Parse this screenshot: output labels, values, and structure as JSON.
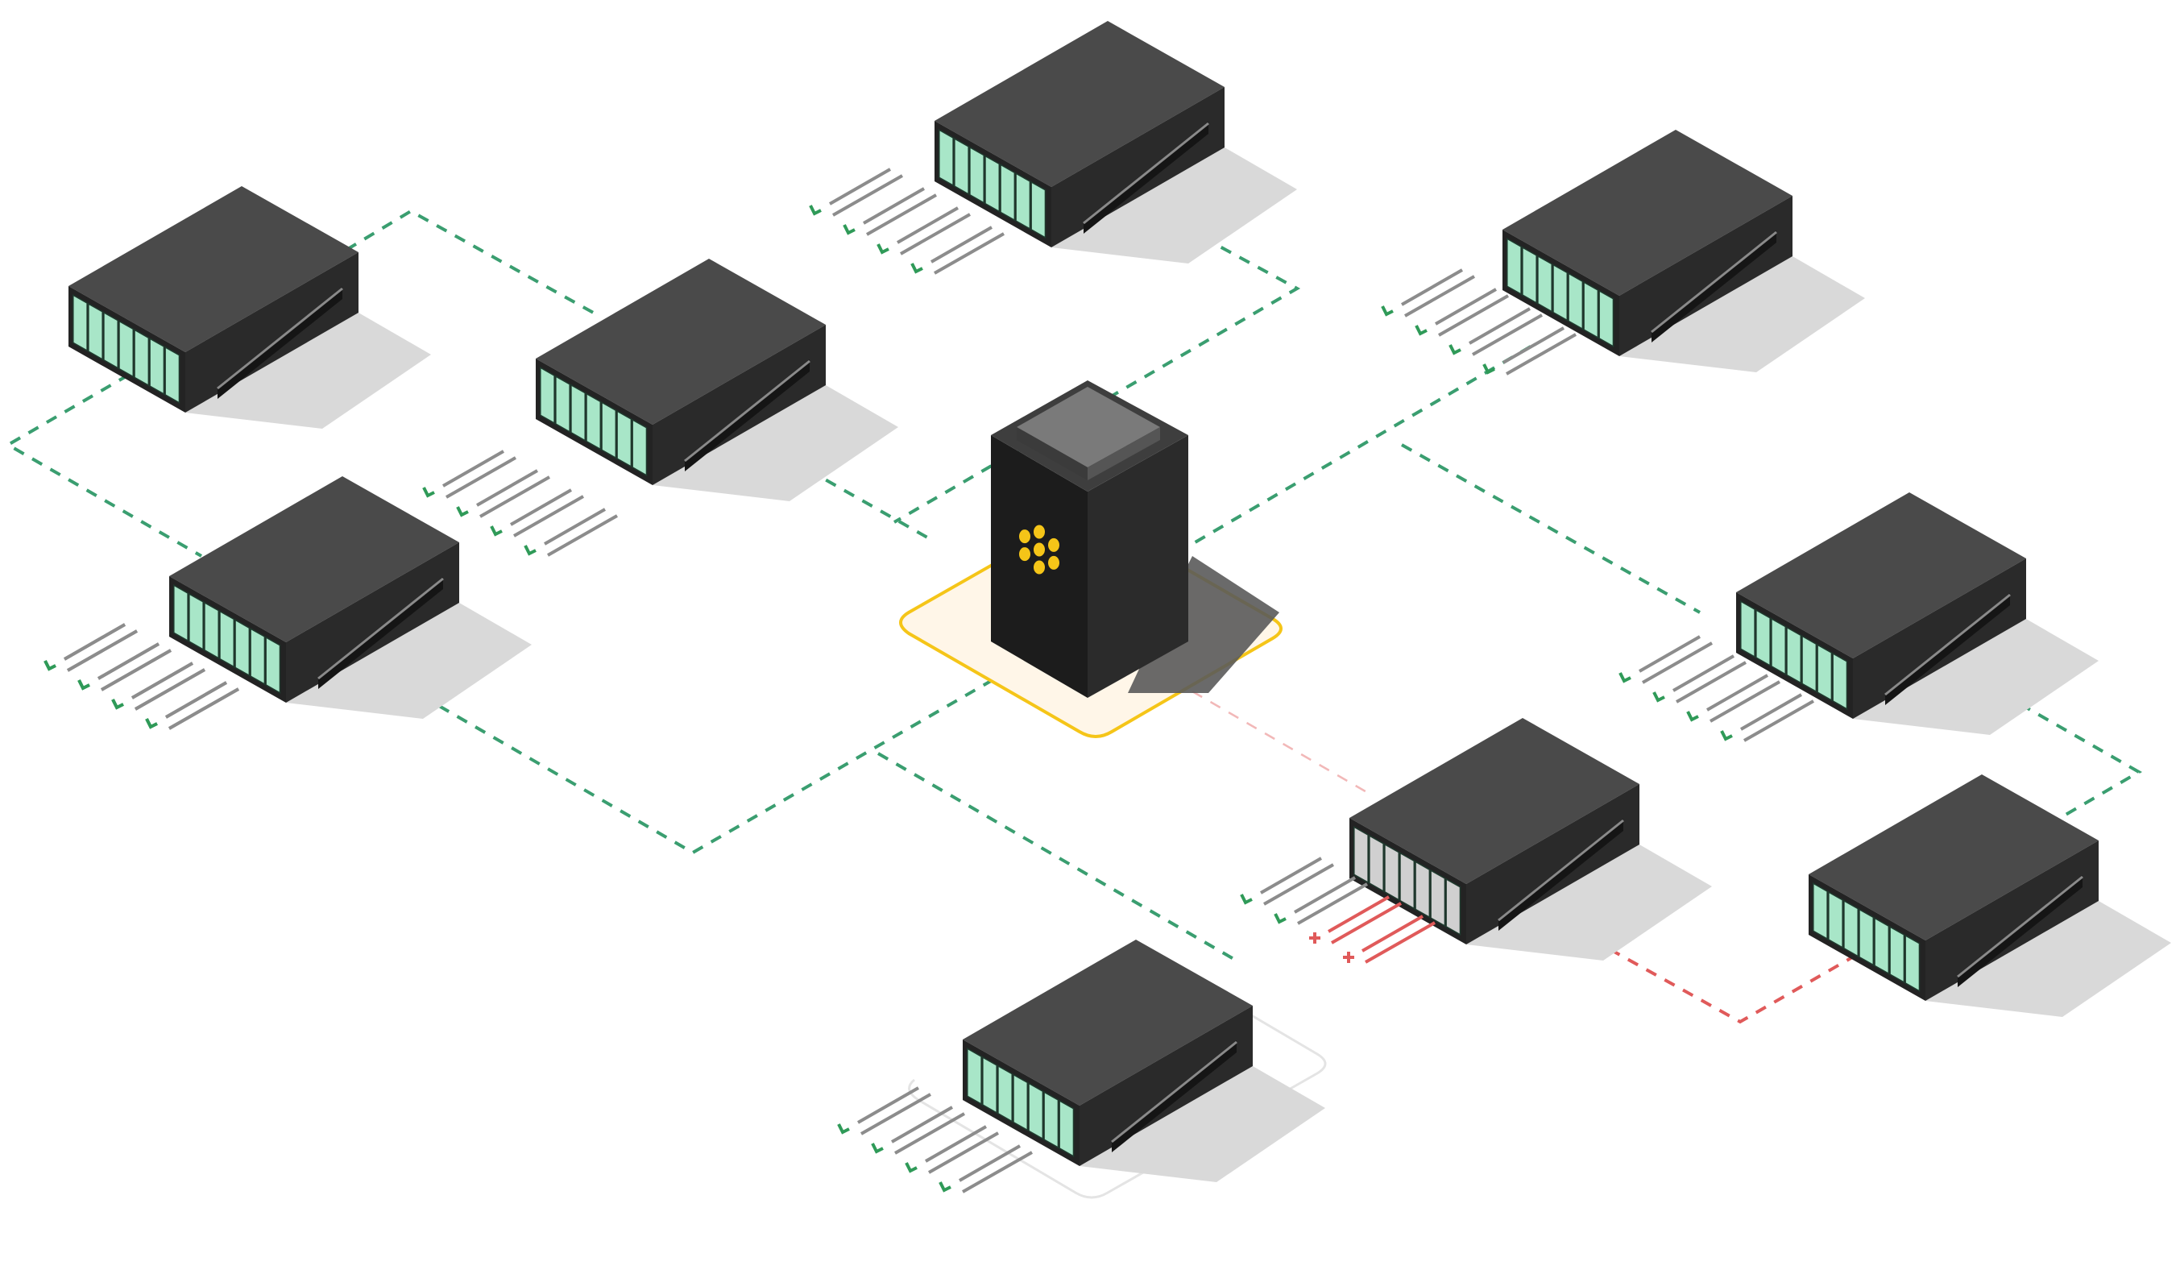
{
  "diagram": {
    "colors": {
      "background": "#ffffff",
      "link_ok": "#3a9e70",
      "link_fail": "#e05a5a",
      "link_fail_faint": "#f2b8b8",
      "check_ok": "#2f9a58",
      "cross_fail": "#e05a5a",
      "log_line": "#8c8c8c",
      "server_top": "#4a4a4a",
      "server_side": "#2a2a2a",
      "server_front": "#232323",
      "bay_ok": "#a8e6c8",
      "bay_fail": "#d0d0d0",
      "tower_body": "#1c1c1c",
      "tower_indicator": "#f5c518",
      "primary_pad_border": "#f5c518",
      "primary_pad_fill": "#fff6e8"
    },
    "primary": {
      "icon": "database-tower-icon",
      "role": "primary",
      "indicator_dots": 7
    },
    "nodes": [
      {
        "id": "n1",
        "status": "ok",
        "log_lines": 4
      },
      {
        "id": "n2",
        "status": "ok",
        "log_lines": 4
      },
      {
        "id": "n3",
        "status": "ok",
        "log_lines": 4
      },
      {
        "id": "n4",
        "status": "ok",
        "log_lines": 4
      },
      {
        "id": "n5",
        "status": "ok",
        "log_lines": 4
      },
      {
        "id": "n6",
        "status": "ok",
        "log_lines": 4
      },
      {
        "id": "n7",
        "status": "failed",
        "log_lines": 4,
        "failed_log_lines": 2
      },
      {
        "id": "n8",
        "status": "ok",
        "log_lines": 0
      },
      {
        "id": "n9",
        "status": "ok",
        "log_lines": 4,
        "highlighted": true
      }
    ],
    "links": [
      {
        "from": "n1",
        "to": "n2",
        "status": "ok"
      },
      {
        "from": "n1",
        "to": "n3",
        "status": "ok"
      },
      {
        "from": "n2",
        "to": "primary",
        "status": "ok"
      },
      {
        "from": "n3",
        "to": "primary",
        "status": "ok"
      },
      {
        "from": "n4",
        "to": "primary",
        "status": "ok"
      },
      {
        "from": "n5",
        "to": "primary",
        "status": "ok"
      },
      {
        "from": "n5",
        "to": "n6",
        "status": "ok"
      },
      {
        "from": "n6",
        "to": "n8",
        "status": "ok"
      },
      {
        "from": "n9",
        "to": "primary",
        "status": "ok"
      },
      {
        "from": "n7",
        "to": "primary",
        "status": "failed"
      },
      {
        "from": "n7",
        "to": "n8",
        "status": "failed"
      }
    ]
  }
}
